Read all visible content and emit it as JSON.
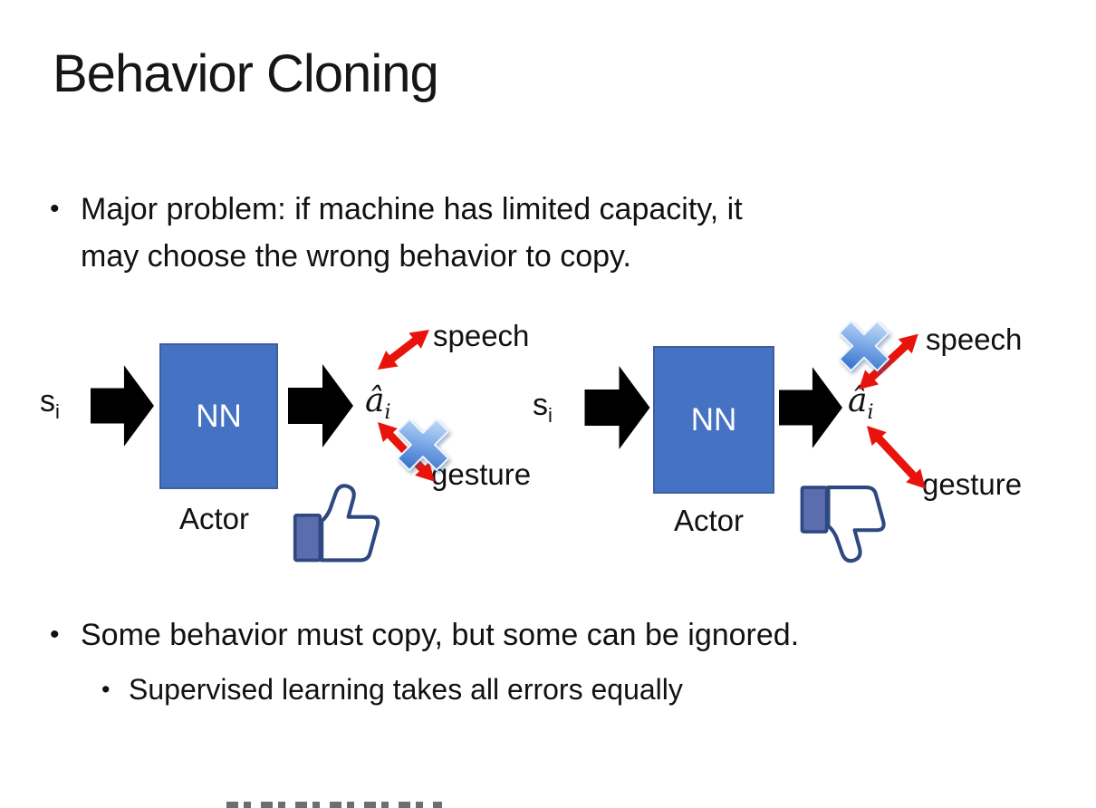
{
  "slide": {
    "title": "Behavior Cloning",
    "bullet_char": "•",
    "bullet1": {
      "lines": [
        "Major problem: if machine has limited capacity, it",
        "may choose the wrong behavior to copy."
      ]
    },
    "bullet2": "Some behavior must copy, but some can be ignored.",
    "bullet3": "Supervised learning takes all errors equally"
  },
  "diagram_left": {
    "input_main": "s",
    "input_sub": "i",
    "nn_label": "NN",
    "actor_label": "Actor",
    "output_main": "â",
    "output_sub": "i",
    "speech_label": "speech",
    "gesture_label": "gesture",
    "feedback_icon": "thumbs-up",
    "crossed_out_branch": "gesture"
  },
  "diagram_right": {
    "input_main": "s",
    "input_sub": "i",
    "nn_label": "NN",
    "actor_label": "Actor",
    "output_main": "â",
    "output_sub": "i",
    "speech_label": "speech",
    "gesture_label": "gesture",
    "feedback_icon": "thumbs-down",
    "crossed_out_branch": "speech"
  },
  "colors": {
    "text": "#1a1a1a",
    "nn_box": "#4672c4",
    "nn_box_border": "#3e5f9d",
    "nn_text": "#ffffff",
    "arrow_black": "#000000",
    "arrow_red": "#e8140c",
    "cross_blue": "#3672cc",
    "thumb_outline": "#2e4880",
    "thumb_cuff": "#5b6dae"
  }
}
